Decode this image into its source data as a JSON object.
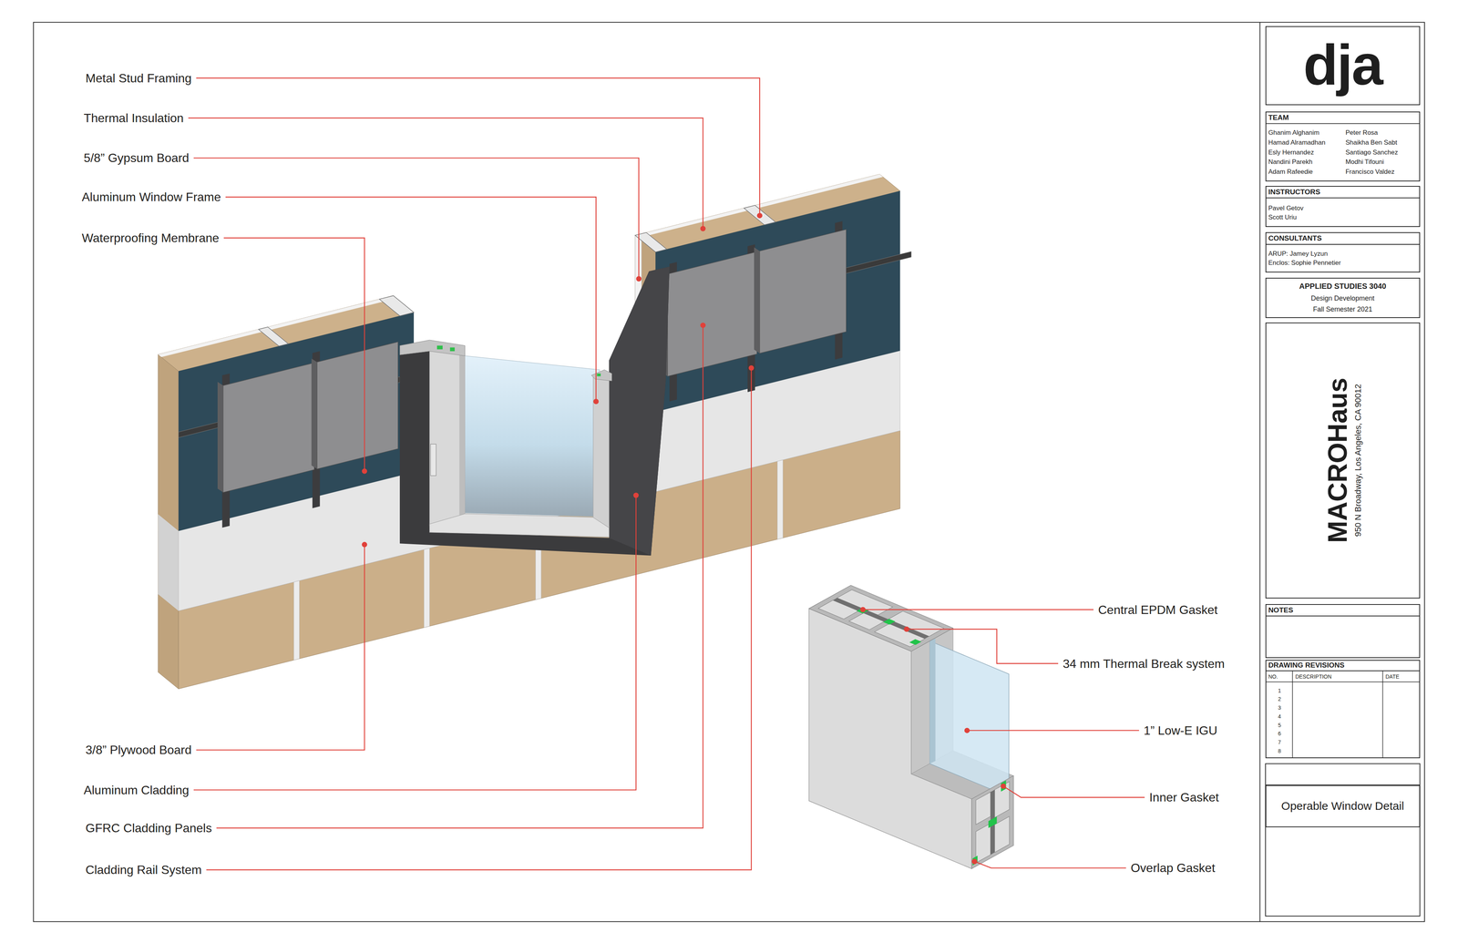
{
  "diagram": {
    "nodes": [
      {
        "text": [
          "dja"
        ]
      },
      {
        "text": [
          "TEAM",
          "Ghanim Alghanim",
          "Hamad Alramadhan",
          "Esly Hernandez",
          "Nandini Parekh",
          "Adam Rafeedie",
          "Peter Rosa",
          "Shaikha Ben Sabt",
          "Santiago Sanchez",
          "Modhi Tifouni",
          "Francisco Valdez"
        ]
      },
      {
        "text": [
          "INSTRUCTORS",
          "Pavel Getov",
          "Scott Uriu"
        ]
      },
      {
        "text": [
          "CONSULTANTS",
          "ARUP: Jamey Lyzun",
          "Enclos: Sophie Pennetier"
        ]
      },
      {
        "text": [
          "APPLIED STUDIES 3040",
          "Design Development",
          "Fall Semester 2021"
        ]
      },
      {
        "text": [
          "MACROHaus",
          "950 N Broadway, Los Angeles, CA 90012"
        ]
      },
      {
        "text": [
          "NOTES"
        ]
      },
      {
        "text": [
          "DRAWING REVISIONS"
        ]
      },
      {
        "text": [
          "Operable Window Detail"
        ]
      }
    ],
    "labels": [
      "Metal Stud Framing",
      "Thermal Insulation",
      "5/8” Gypsum Board",
      "Aluminum Window Frame",
      "Waterproofing Membrane",
      "3/8” Plywood Board",
      "Aluminum Cladding",
      "GFRC Cladding Panels",
      "Cladding Rail System",
      "Central EPDM Gasket",
      "34 mm Thermal Break system",
      "1” Low-E IGU",
      "Inner Gasket",
      "Overlap Gasket",
      "NO.",
      "DESCRIPTION",
      "DATE",
      "1",
      "2",
      "3",
      "4",
      "5",
      "6",
      "7",
      "8"
    ]
  }
}
